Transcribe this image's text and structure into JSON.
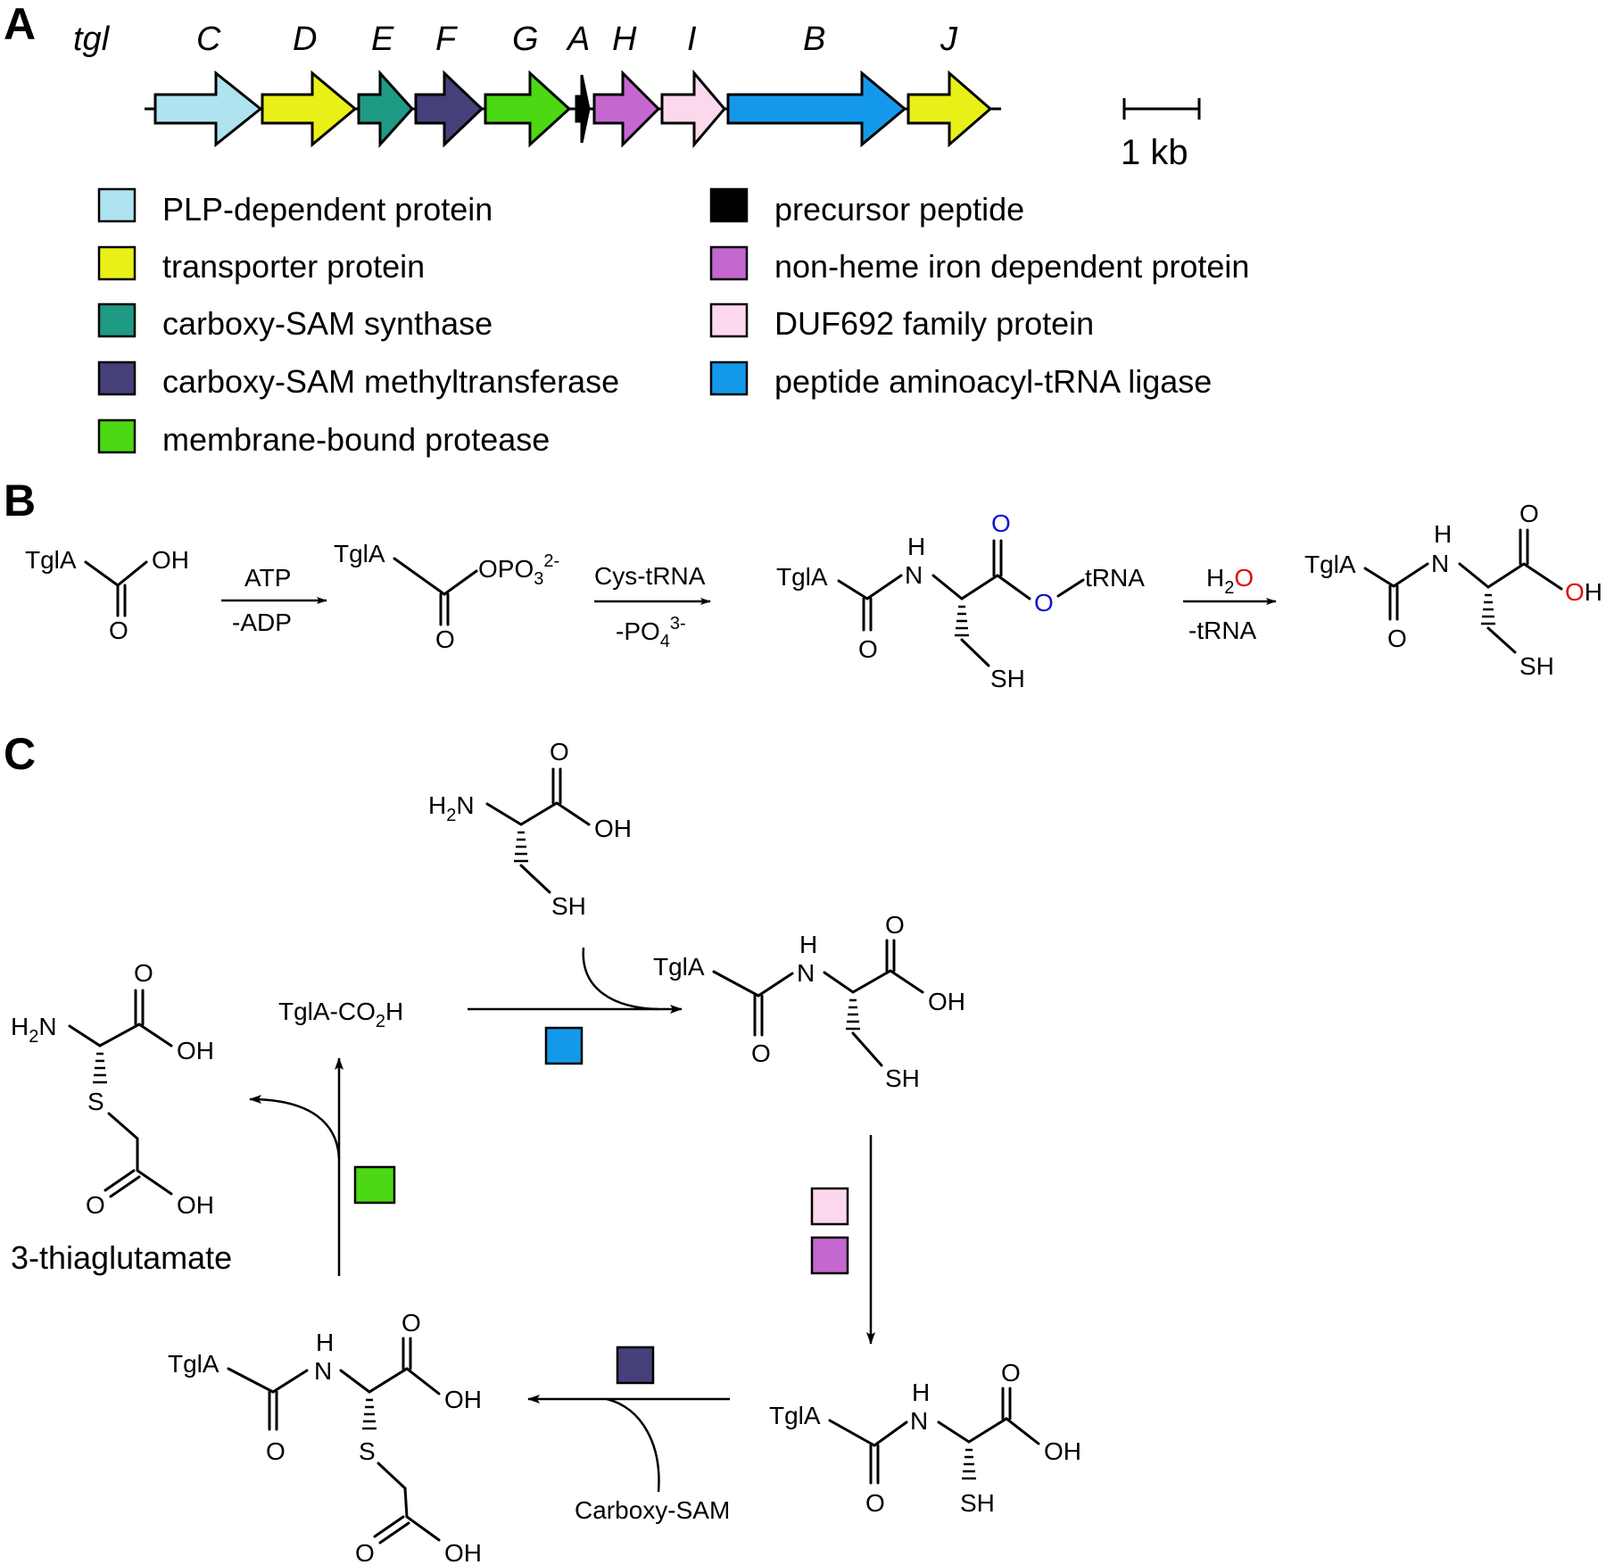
{
  "panels": {
    "a": "A",
    "b": "B",
    "c": "C"
  },
  "cluster": {
    "name": "tgl",
    "genes": [
      {
        "label": "C",
        "color": "#aee3ef"
      },
      {
        "label": "D",
        "color": "#e8f018"
      },
      {
        "label": "E",
        "color": "#1f9a84"
      },
      {
        "label": "F",
        "color": "#45407a"
      },
      {
        "label": "G",
        "color": "#4cd812"
      },
      {
        "label": "A",
        "color": "#000000"
      },
      {
        "label": "H",
        "color": "#c467cf"
      },
      {
        "label": "I",
        "color": "#fcd8ec"
      },
      {
        "label": "B",
        "color": "#1499ea"
      },
      {
        "label": "J",
        "color": "#e8f018"
      }
    ],
    "scale_label": "1 kb"
  },
  "legend": [
    {
      "label": "PLP-dependent protein",
      "color": "#aee3ef"
    },
    {
      "label": "transporter protein",
      "color": "#e8f018"
    },
    {
      "label": "carboxy-SAM synthase",
      "color": "#1f9a84"
    },
    {
      "label": "carboxy-SAM methyltransferase",
      "color": "#45407a"
    },
    {
      "label": "membrane-bound protease",
      "color": "#4cd812"
    },
    {
      "label": "precursor peptide",
      "color": "#000000"
    },
    {
      "label": "non-heme iron dependent protein",
      "color": "#c467cf"
    },
    {
      "label": "DUF692 family protein",
      "color": "#fcd8ec"
    },
    {
      "label": "peptide aminoacyl-tRNA ligase",
      "color": "#1499ea"
    }
  ],
  "colors": {
    "blue_atom": "#1414d2",
    "red_atom": "#e01010"
  },
  "scheme_b": {
    "peptide": "TglA",
    "oh": "OH",
    "o": "O",
    "opo3": "OPO",
    "opo3_sub": "3",
    "opo3_sup": "2-",
    "step1_top": "ATP",
    "step1_bottom": "-ADP",
    "step2_top": "Cys-tRNA",
    "step2_bottom_main": "-PO",
    "step2_bottom_sub": "4",
    "step2_bottom_sup": "3-",
    "h": "H",
    "n": "N",
    "trna": "tRNA",
    "sh": "SH",
    "step3_top_h": "H",
    "step3_top_sub": "2",
    "step3_top_o": "O",
    "step3_bottom": "-tRNA",
    "oh_o": "O",
    "oh_h": "H"
  },
  "scheme_c": {
    "h": "H",
    "n": "N",
    "o": "O",
    "oh": "OH",
    "sh": "SH",
    "s": "S",
    "peptide": "TglA",
    "sub2": "2",
    "tgla_co2h_a": "TglA-CO",
    "tgla_co2h_b": "H",
    "thiaglutamate": "3-thiaglutamate",
    "carboxy_sam": "Carboxy-SAM"
  }
}
